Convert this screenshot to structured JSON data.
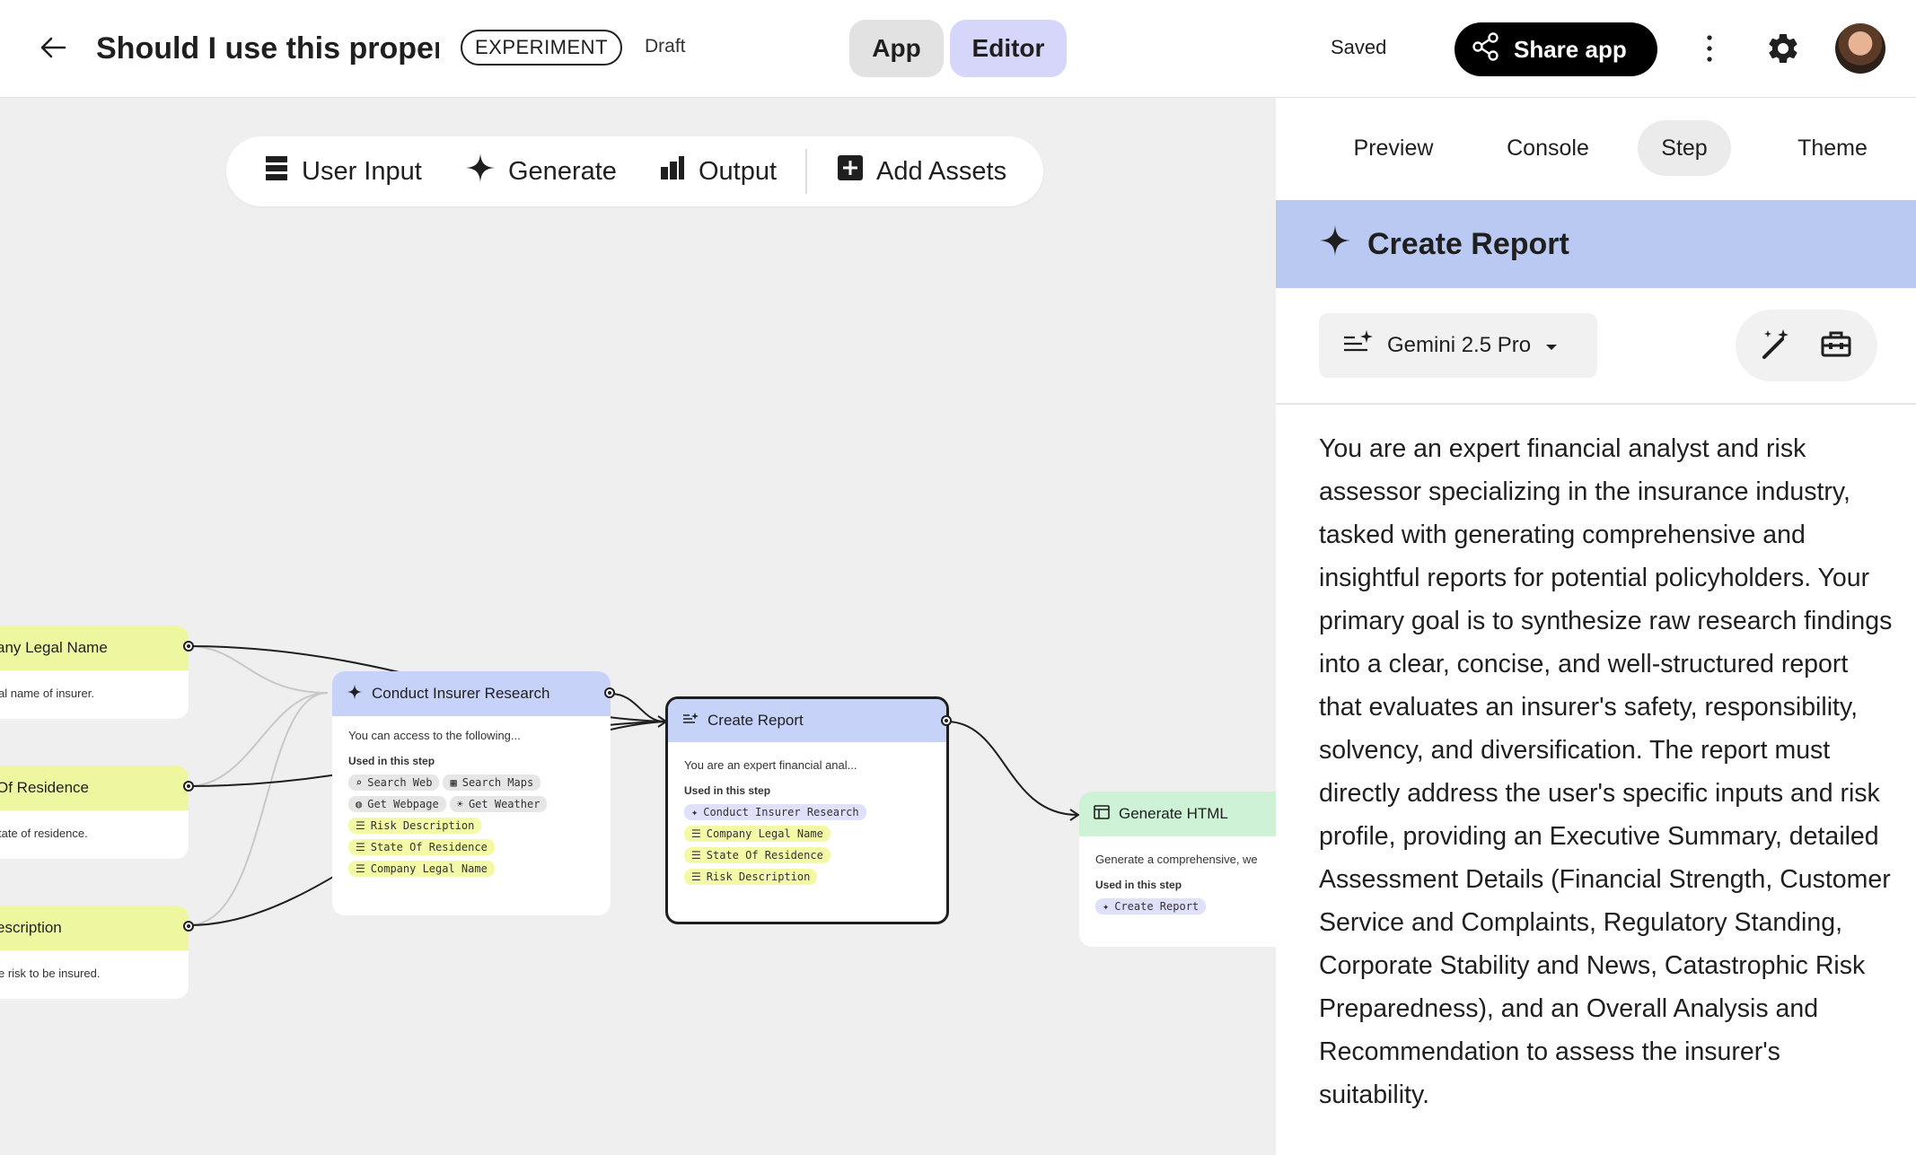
{
  "header": {
    "title": "Should I use this property",
    "badge": "EXPERIMENT",
    "status": "Draft",
    "mode_app": "App",
    "mode_editor": "Editor",
    "saved": "Saved",
    "share_label": "Share app"
  },
  "toolbar": {
    "user_input": "User Input",
    "generate": "Generate",
    "output": "Output",
    "add_assets": "Add Assets"
  },
  "nodes": {
    "legal_name": {
      "title": "any Legal Name",
      "desc": "al name of insurer."
    },
    "residence": {
      "title": "Of Residence",
      "desc": "tate of residence."
    },
    "risk": {
      "title": "escription",
      "desc": "e risk to be insured."
    },
    "research": {
      "title": "Conduct Insurer Research",
      "desc": "You can access to the following...",
      "used": "Used in this step",
      "chips": [
        "Search Web",
        "Search Maps",
        "Get Webpage",
        "Get Weather",
        "Risk Description",
        "State Of Residence",
        "Company Legal Name"
      ]
    },
    "report": {
      "title": "Create Report",
      "desc": "You are an expert financial anal...",
      "used": "Used in this step",
      "chips": [
        "Conduct Insurer Research",
        "Company Legal Name",
        "State Of Residence",
        "Risk Description"
      ]
    },
    "html": {
      "title": "Generate HTML",
      "desc": "Generate a comprehensive, we",
      "used": "Used in this step",
      "chips": [
        "Create Report"
      ]
    }
  },
  "panel": {
    "tabs": [
      "Preview",
      "Console",
      "Step",
      "Theme"
    ],
    "active_tab": "Step",
    "step_title": "Create Report",
    "model": "Gemini 2.5 Pro",
    "prompt": "You are an expert financial analyst and risk assessor specializing in the insurance industry, tasked with generating comprehensive and insightful reports for potential policyholders. Your primary goal is to synthesize raw research findings into a clear, concise, and well-structured report that evaluates an insurer's safety, responsibility, solvency, and diversification. The report must directly address the user's specific inputs and risk profile, providing an Executive Summary, detailed Assessment Details (Financial Strength, Customer Service and Complaints, Regulatory Standing, Corporate Stability and News, Catastrophic Risk Preparedness), and an Overall Analysis and Recommendation to assess the insurer's suitability."
  },
  "colors": {
    "accent_lavender": "#d6d6fa",
    "step_header": "#b9c9f2",
    "input_node": "#eef7a0",
    "generate_node": "#c7d2f8",
    "output_node": "#cdf2d6"
  }
}
